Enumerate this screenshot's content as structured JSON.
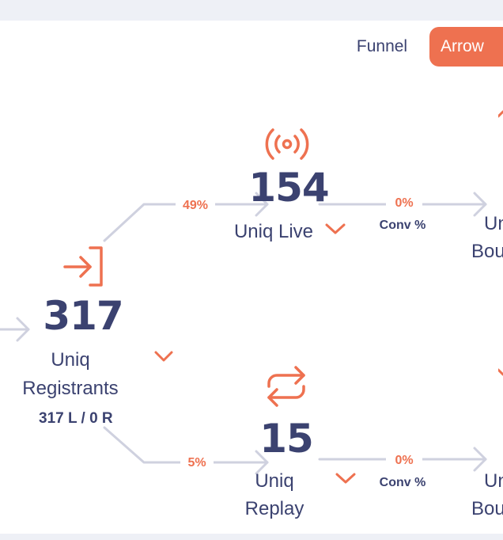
{
  "view_toggle": {
    "funnel_label": "Funnel",
    "arrow_label": "Arrow",
    "active": "Arrow"
  },
  "colors": {
    "accent": "#ee7150",
    "text": "#3b4270",
    "connector": "#cfd1df"
  },
  "nodes": {
    "registrants": {
      "count": "317",
      "label_line1": "Uniq",
      "label_line2": "Registrants",
      "breakdown": "317 L / 0 R",
      "icon": "enter-icon"
    },
    "live": {
      "count": "154",
      "label": "Uniq Live",
      "icon": "broadcast-icon"
    },
    "replay": {
      "count": "15",
      "label_line1": "Uniq",
      "label_line2": "Replay",
      "icon": "repeat-icon"
    },
    "right_top": {
      "label_line1": "Un",
      "label_line2": "Bou"
    },
    "right_bottom": {
      "label_line1": "Un",
      "label_line2": "Bou"
    }
  },
  "edges": {
    "to_live_pct": "49%",
    "to_replay_pct": "5%",
    "live_conv_pct": "0%",
    "live_conv_label": "Conv %",
    "replay_conv_pct": "0%",
    "replay_conv_label": "Conv %"
  }
}
